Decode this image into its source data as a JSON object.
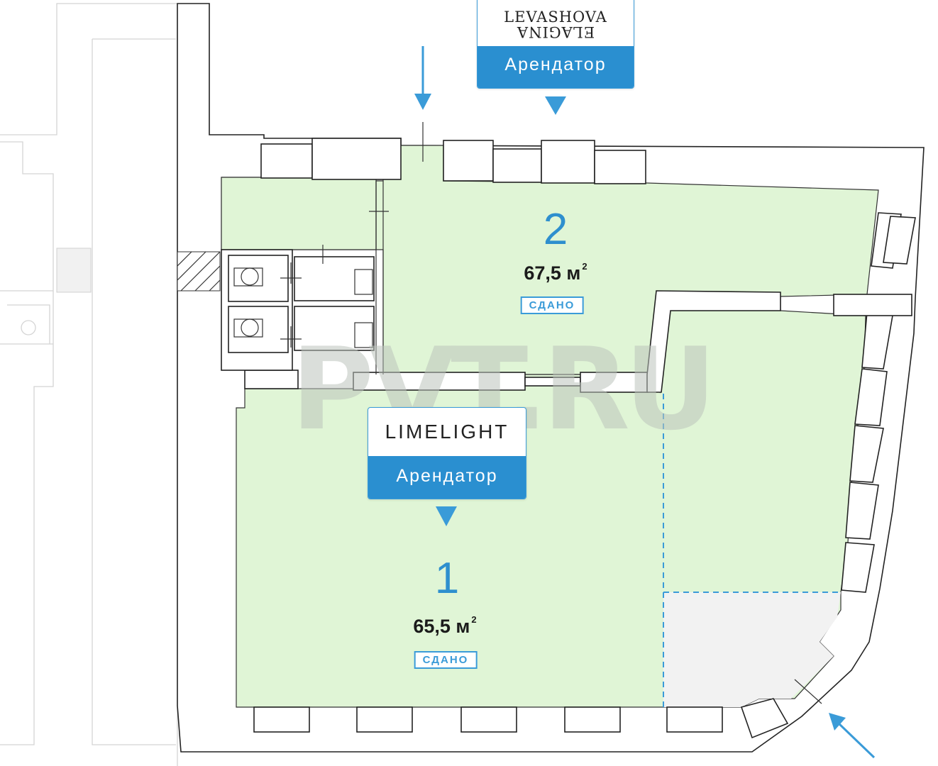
{
  "units": [
    {
      "number": "1",
      "area": "65,5 м",
      "area_sup": "2",
      "status": "СДАНО"
    },
    {
      "number": "2",
      "area": "67,5 м",
      "area_sup": "2",
      "status": "СДАНО"
    }
  ],
  "tenants": [
    {
      "brand": "LIMELIGHT",
      "role": "Арендатор"
    },
    {
      "brand_top": "LEVASHOVA",
      "brand_bottom": "ELAGINA",
      "role": "Арендатор"
    }
  ],
  "watermark": "PVT.RU",
  "colors": {
    "accent": "#2a8fd0",
    "room_fill": "#e0f5d6",
    "dashed": "#3a9bd8"
  }
}
